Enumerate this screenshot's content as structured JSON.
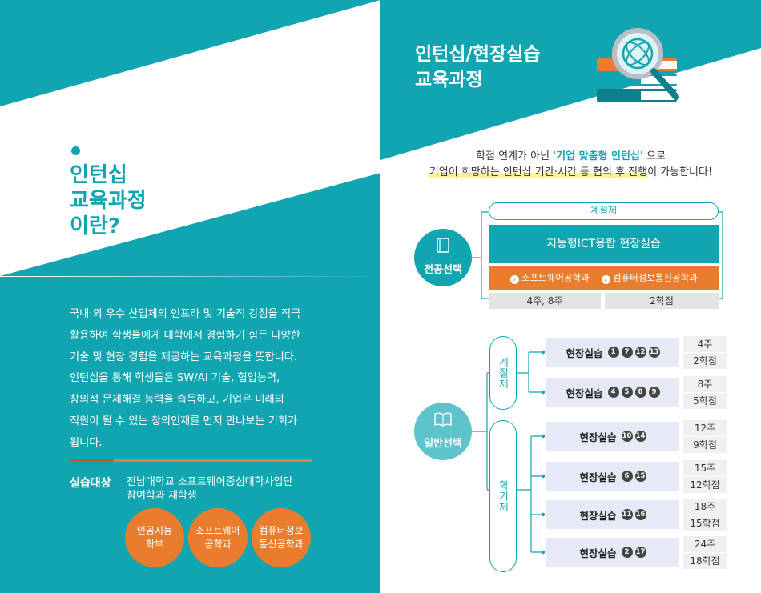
{
  "left": {
    "title_lines": [
      "인턴십",
      "교육과정",
      "이란?"
    ],
    "body_lines": [
      "국내·외 우수 산업체의 인프라 및 기술적 강점을 적극",
      "활용하여 학생들에게 대학에서 경험하기 힘든 다양한",
      "기술 및 현장 경험을 제공하는 교육과정을 뜻합니다.",
      "인턴십을 통해 학생들은 SW/AI 기술, 협업능력,",
      "창의적 문제해결 능력을 습득하고, 기업은 미래의",
      "직원이 될 수 있는 창의인재를 먼저 만나보는 기회가",
      "됩니다."
    ],
    "target_label": "실습대상",
    "target_lines": [
      "전남대학교 소프트웨어중심대학사업단",
      "참여학과 재학생"
    ],
    "departments": [
      {
        "line1": "인공지능",
        "line2": "학부"
      },
      {
        "line1": "소프트웨어",
        "line2": "공학과"
      },
      {
        "line1": "컴퓨터정보",
        "line2": "통신공학과"
      }
    ]
  },
  "right": {
    "title_lines": [
      "인턴십/현장실습",
      "교육과정"
    ],
    "intro1_pre": "학점 연계가 아닌 ",
    "intro1_highlight": "'기업 맞춤형 인턴십'",
    "intro1_post": " 으로",
    "intro2_mark": "기업이 희망하는 인턴십 기간·시간 등 협의 후 진행",
    "intro2_post": "이 가능합니다!",
    "major": {
      "label": "전공선택",
      "term": "계절제",
      "program": "지능형ICT융합 현장실습",
      "depts": [
        "소프트웨어공학과",
        "컴퓨터정보통신공학과"
      ],
      "duration": "4주, 8주",
      "credits": "2학점"
    },
    "general": {
      "label": "일반선택",
      "groups": [
        {
          "term": "계절제",
          "rows": [
            {
              "name": "현장실습",
              "nums": [
                "1",
                "7",
                "12",
                "13"
              ],
              "weeks": "4주",
              "credits": "2학점"
            },
            {
              "name": "현장실습",
              "nums": [
                "4",
                "5",
                "8",
                "9"
              ],
              "weeks": "8주",
              "credits": "5학점"
            }
          ]
        },
        {
          "term": "학기제",
          "rows": [
            {
              "name": "현장실습",
              "nums": [
                "10",
                "14"
              ],
              "weeks": "12주",
              "credits": "9학점"
            },
            {
              "name": "현장실습",
              "nums": [
                "6",
                "15"
              ],
              "weeks": "15주",
              "credits": "12학점"
            },
            {
              "name": "현장실습",
              "nums": [
                "11",
                "16"
              ],
              "weeks": "18주",
              "credits": "15학점"
            },
            {
              "name": "현장실습",
              "nums": [
                "2",
                "17"
              ],
              "weeks": "24주",
              "credits": "18학점"
            }
          ]
        }
      ]
    }
  },
  "colors": {
    "teal": "#10a5b1",
    "light_teal": "#5fc3cc",
    "orange": "#ea7c2e"
  }
}
